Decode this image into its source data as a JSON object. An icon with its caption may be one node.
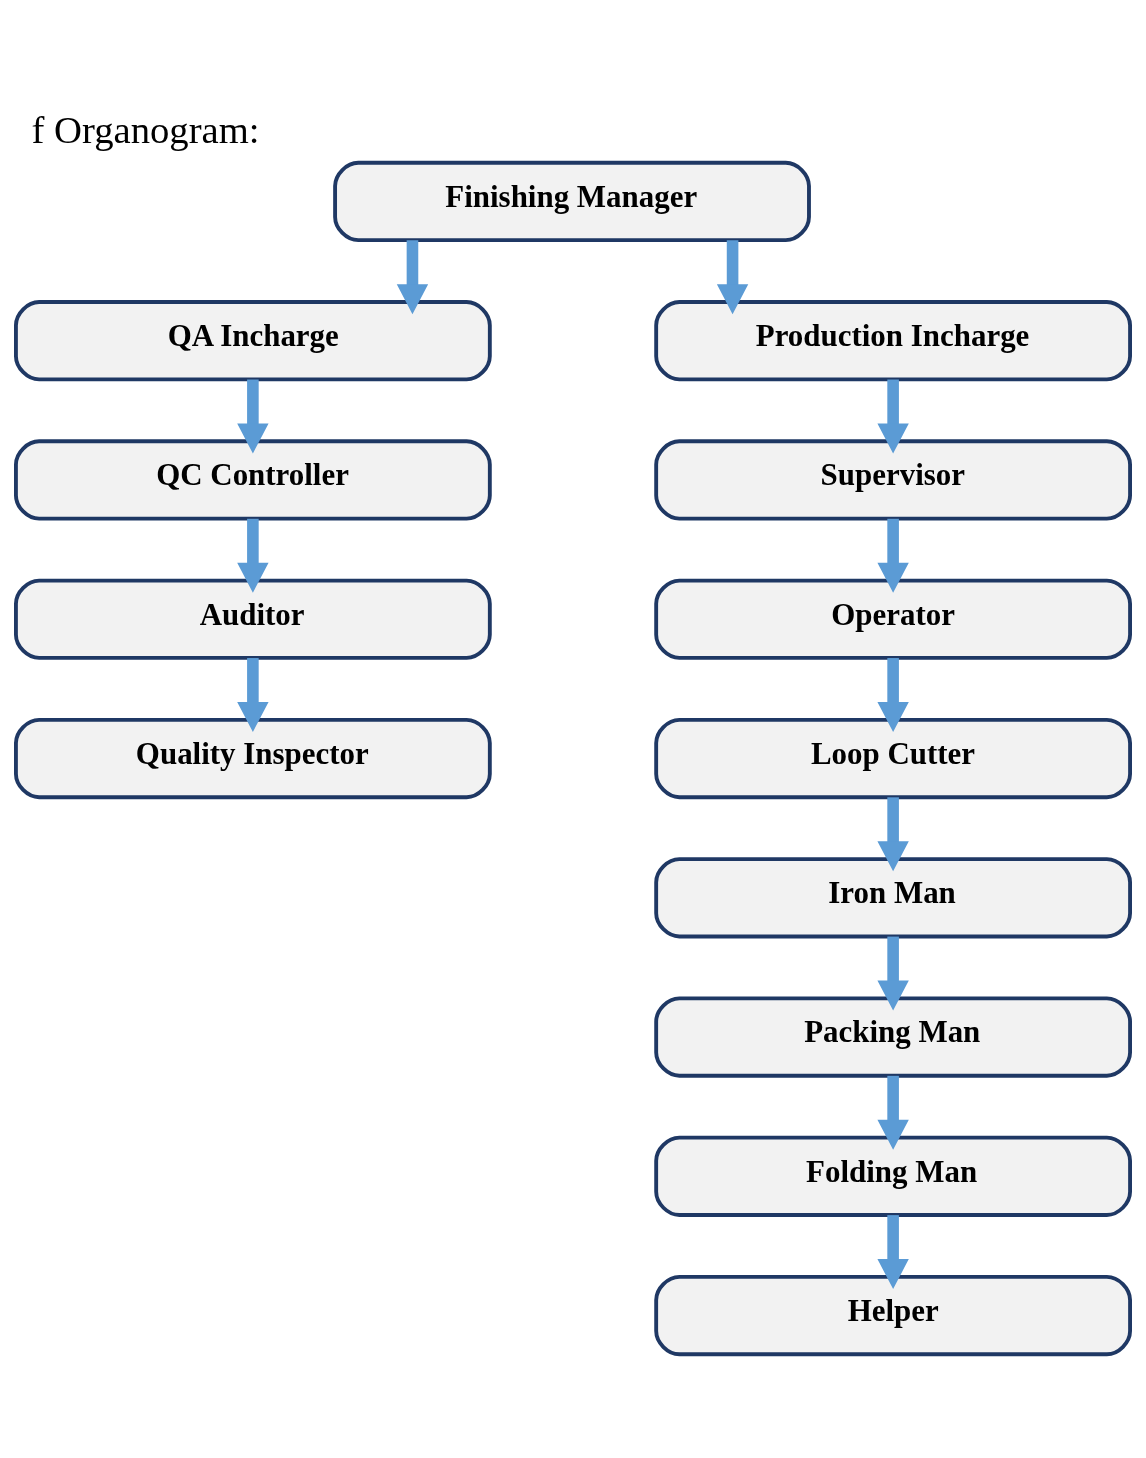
{
  "diagram": {
    "title": "f Organogram:",
    "nodes": [
      {
        "text": [
          "Finishing Manager"
        ]
      },
      {
        "text": [
          "QA Incharge"
        ]
      },
      {
        "text": [
          "QC Controller"
        ]
      },
      {
        "text": [
          "Auditor"
        ]
      },
      {
        "text": [
          "Quality Inspector"
        ]
      },
      {
        "text": [
          "Production Incharge"
        ]
      },
      {
        "text": [
          "Supervisor"
        ]
      },
      {
        "text": [
          "Operator"
        ]
      },
      {
        "text": [
          "Loop Cutter"
        ]
      },
      {
        "text": [
          "Iron Man"
        ]
      },
      {
        "text": [
          "Packing Man"
        ]
      },
      {
        "text": [
          "Folding Man"
        ]
      },
      {
        "text": [
          "Helper"
        ]
      }
    ],
    "edges": [
      {
        "from": 0,
        "to": 1,
        "arrow": "to"
      },
      {
        "from": 0,
        "to": 5,
        "arrow": "to"
      },
      {
        "from": 1,
        "to": 2,
        "arrow": "to"
      },
      {
        "from": 2,
        "to": 3,
        "arrow": "to"
      },
      {
        "from": 3,
        "to": 4,
        "arrow": "to"
      },
      {
        "from": 5,
        "to": 6,
        "arrow": "to"
      },
      {
        "from": 6,
        "to": 7,
        "arrow": "to"
      },
      {
        "from": 7,
        "to": 8,
        "arrow": "to"
      },
      {
        "from": 8,
        "to": 9,
        "arrow": "to"
      },
      {
        "from": 9,
        "to": 10,
        "arrow": "to"
      },
      {
        "from": 10,
        "to": 11,
        "arrow": "to"
      },
      {
        "from": 11,
        "to": 12,
        "arrow": "to"
      }
    ]
  }
}
